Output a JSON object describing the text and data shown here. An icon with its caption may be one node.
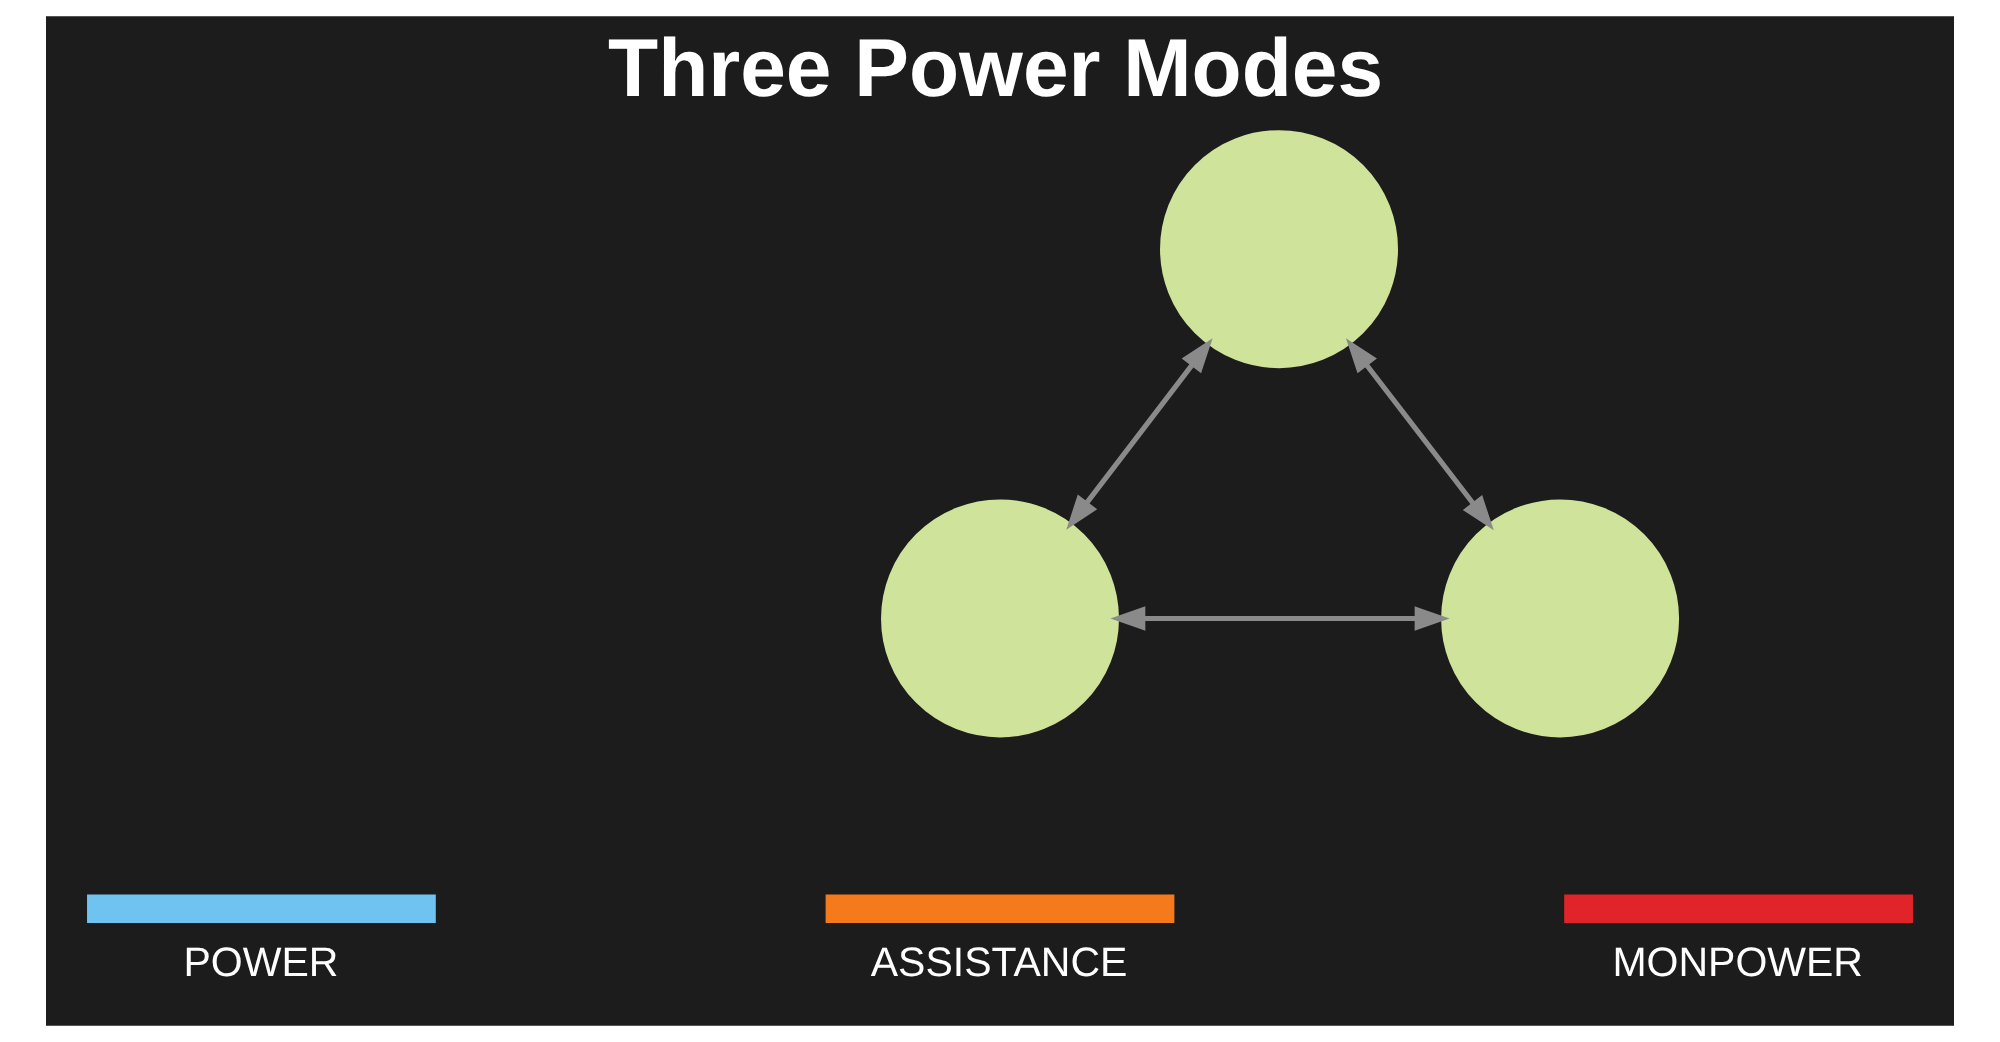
{
  "diagram": {
    "title": "Three Power Modes",
    "nodes": [
      {
        "text": [],
        "shape": "circle"
      },
      {
        "text": [],
        "shape": "circle"
      },
      {
        "text": [],
        "shape": "circle"
      }
    ],
    "edges": [
      {
        "from": 1,
        "to": 0,
        "arrow": "both"
      },
      {
        "from": 0,
        "to": 2,
        "arrow": "both"
      },
      {
        "from": 1,
        "to": 2,
        "arrow": "both"
      }
    ],
    "legend": [
      {
        "text": "POWER",
        "color": "#6ec3f0"
      },
      {
        "text": "ASSISTANCE",
        "color": "#f57a1c"
      },
      {
        "text": "MONPOWER",
        "color": "#e0242a"
      }
    ]
  }
}
